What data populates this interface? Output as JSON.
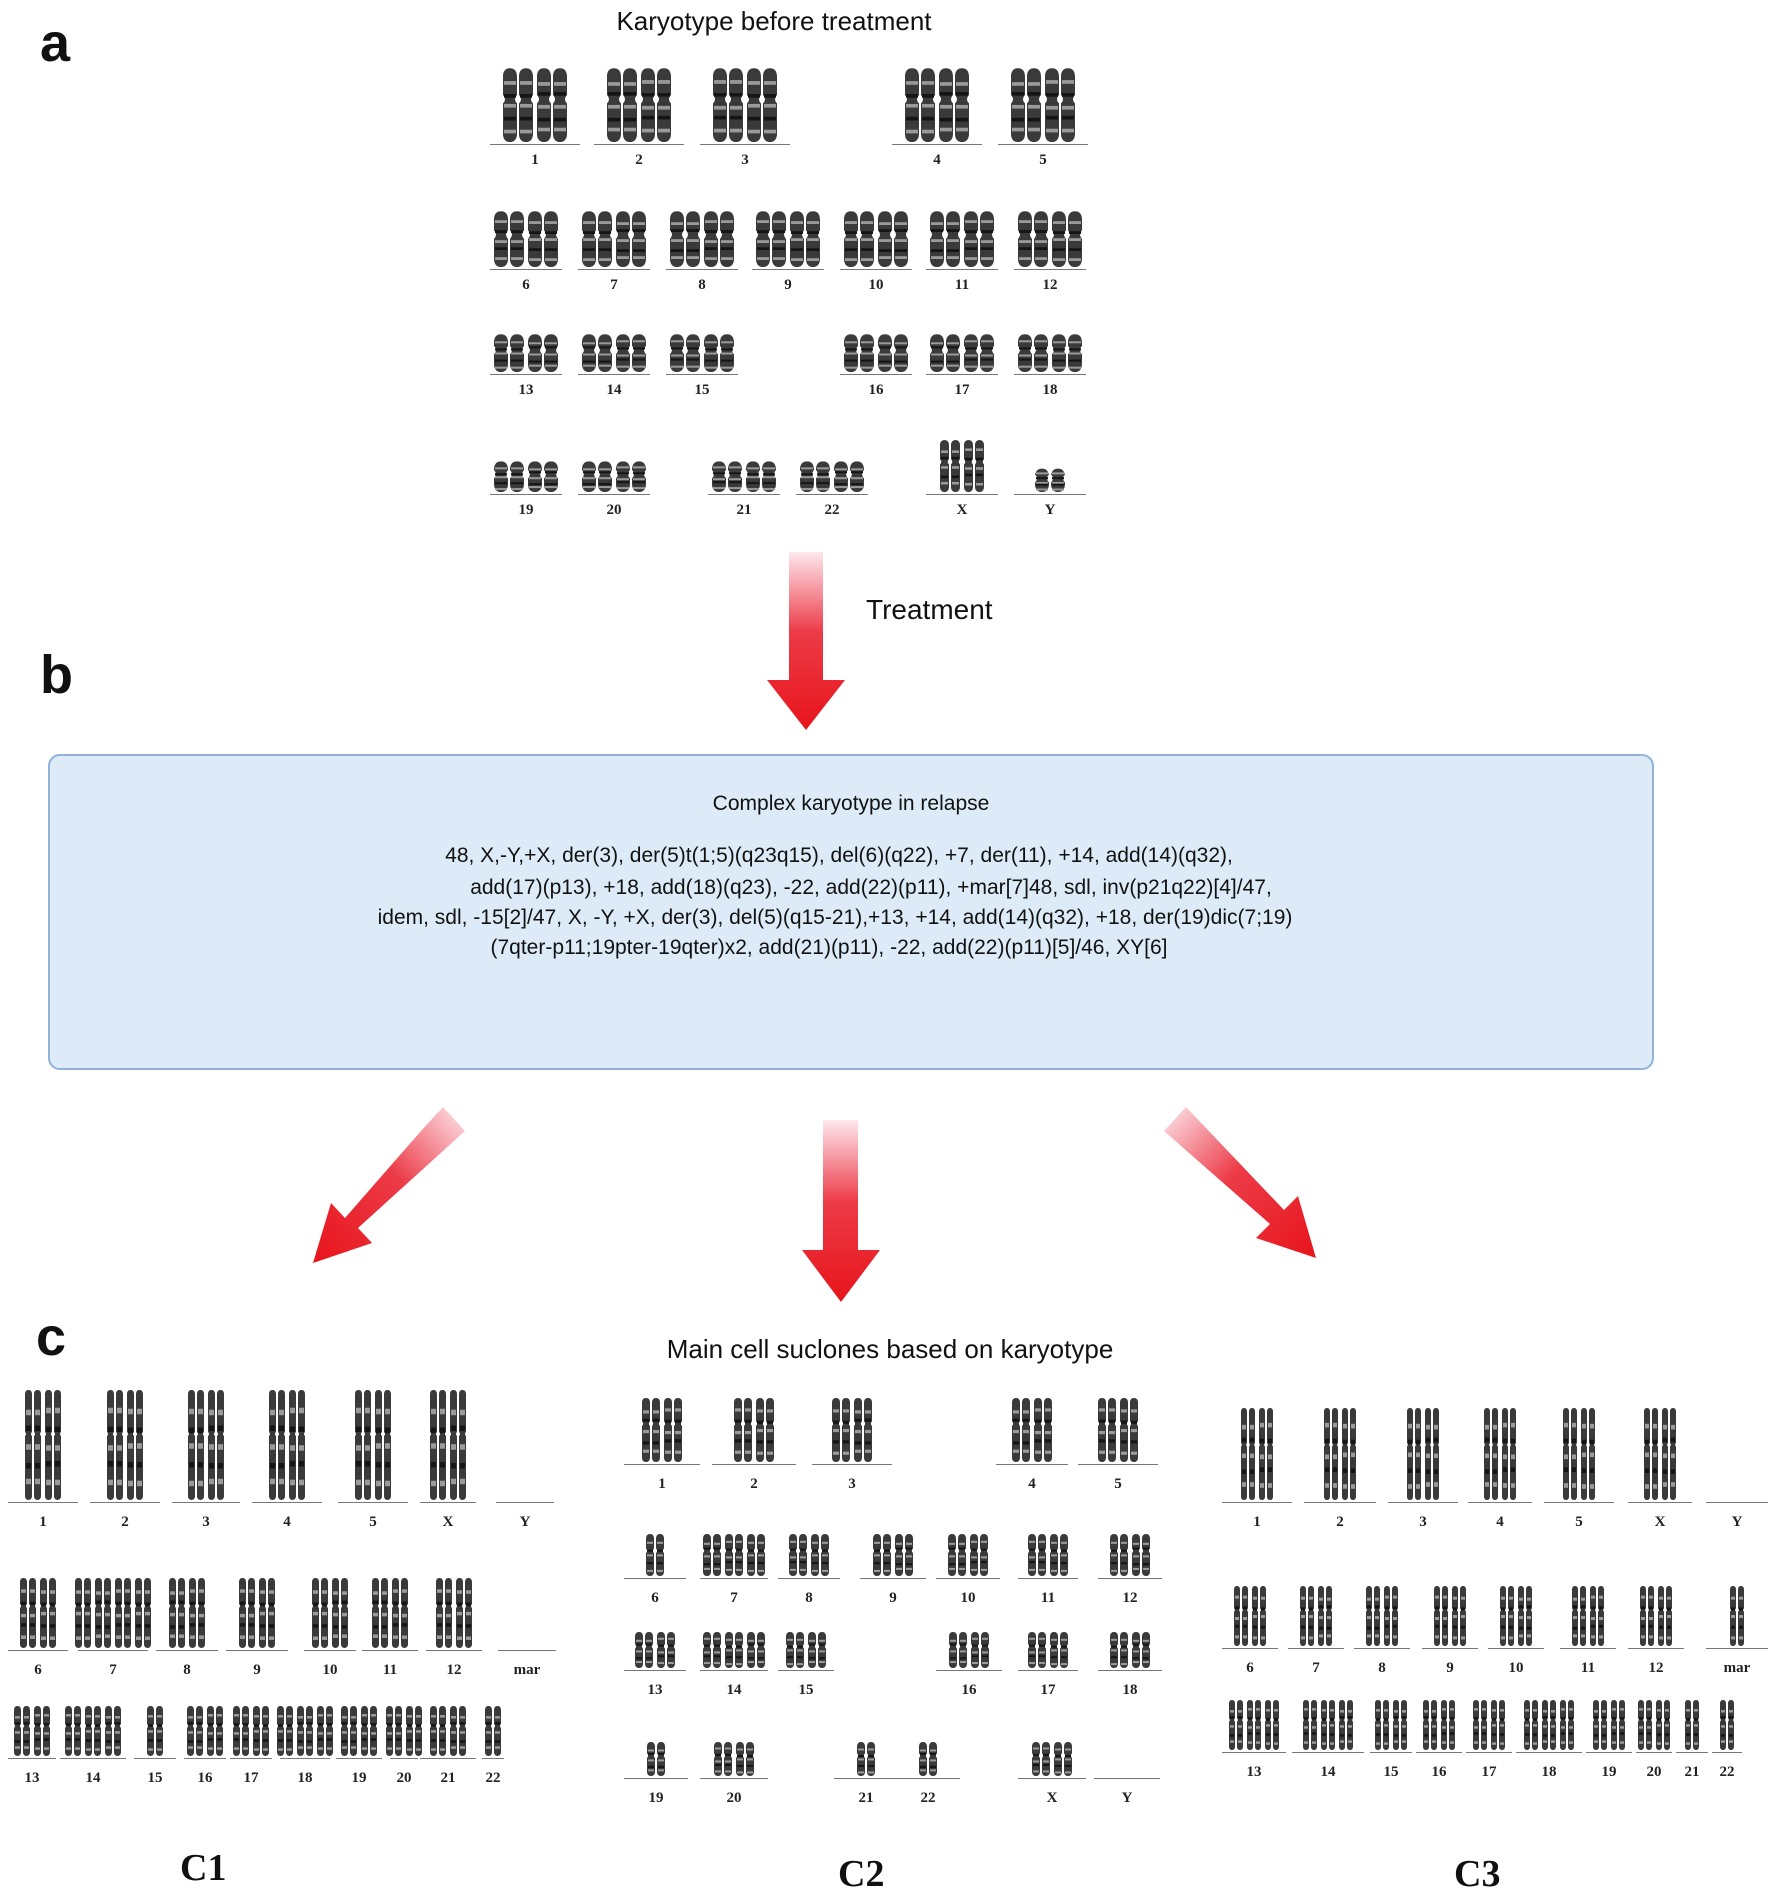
{
  "panel_a": {
    "letter": "a",
    "title": "Karyotype before treatment",
    "chromosomes": [
      "1",
      "2",
      "3",
      "4",
      "5",
      "6",
      "7",
      "8",
      "9",
      "10",
      "11",
      "12",
      "13",
      "14",
      "15",
      "16",
      "17",
      "18",
      "19",
      "20",
      "21",
      "22",
      "X",
      "Y"
    ]
  },
  "treatment_label": "Treatment",
  "panel_b": {
    "letter": "b",
    "box_title": "Complex karyotype in relapse",
    "karyotype_lines": [
      "48, X,-Y,+X, der(3), der(5)t(1;5)(q23q15), del(6)(q22), +7, der(11), +14, add(14)(q32),",
      "add(17)(p13), +18, add(18)(q23), -22, add(22)(p11), +mar[7]48, sdl, inv(p21q22)[4]/47,",
      "idem, sdl, -15[2]/47, X, -Y, +X, der(3), del(5)(q15-21),+13, +14, add(14)(q32), +18, der(19)dic(7;19)",
      "(7qter-p11;19pter-19qter)x2, add(21)(p11), -22, add(22)(p11)[5]/46, XY[6]"
    ]
  },
  "panel_c": {
    "letter": "c",
    "title": "Main cell suclones based on karyotype",
    "clones": [
      {
        "name": "C1",
        "chromosomes": [
          "1",
          "2",
          "3",
          "4",
          "5",
          "X",
          "Y",
          "6",
          "7",
          "8",
          "9",
          "10",
          "11",
          "12",
          "mar",
          "13",
          "14",
          "15",
          "16",
          "17",
          "18",
          "19",
          "20",
          "21",
          "22"
        ]
      },
      {
        "name": "C2",
        "chromosomes": [
          "1",
          "2",
          "3",
          "4",
          "5",
          "6",
          "7",
          "8",
          "9",
          "10",
          "11",
          "12",
          "13",
          "14",
          "15",
          "16",
          "17",
          "18",
          "19",
          "20",
          "21",
          "22",
          "X",
          "Y"
        ]
      },
      {
        "name": "C3",
        "chromosomes": [
          "1",
          "2",
          "3",
          "4",
          "5",
          "X",
          "Y",
          "6",
          "7",
          "8",
          "9",
          "10",
          "11",
          "12",
          "mar",
          "13",
          "14",
          "15",
          "16",
          "17",
          "18",
          "19",
          "20",
          "21",
          "22"
        ]
      }
    ]
  },
  "colors": {
    "arrow_red": "#e8141b",
    "arrow_pink": "#fce4ec",
    "box_fill": "#dcebf7",
    "box_border": "#8fb3d9"
  }
}
